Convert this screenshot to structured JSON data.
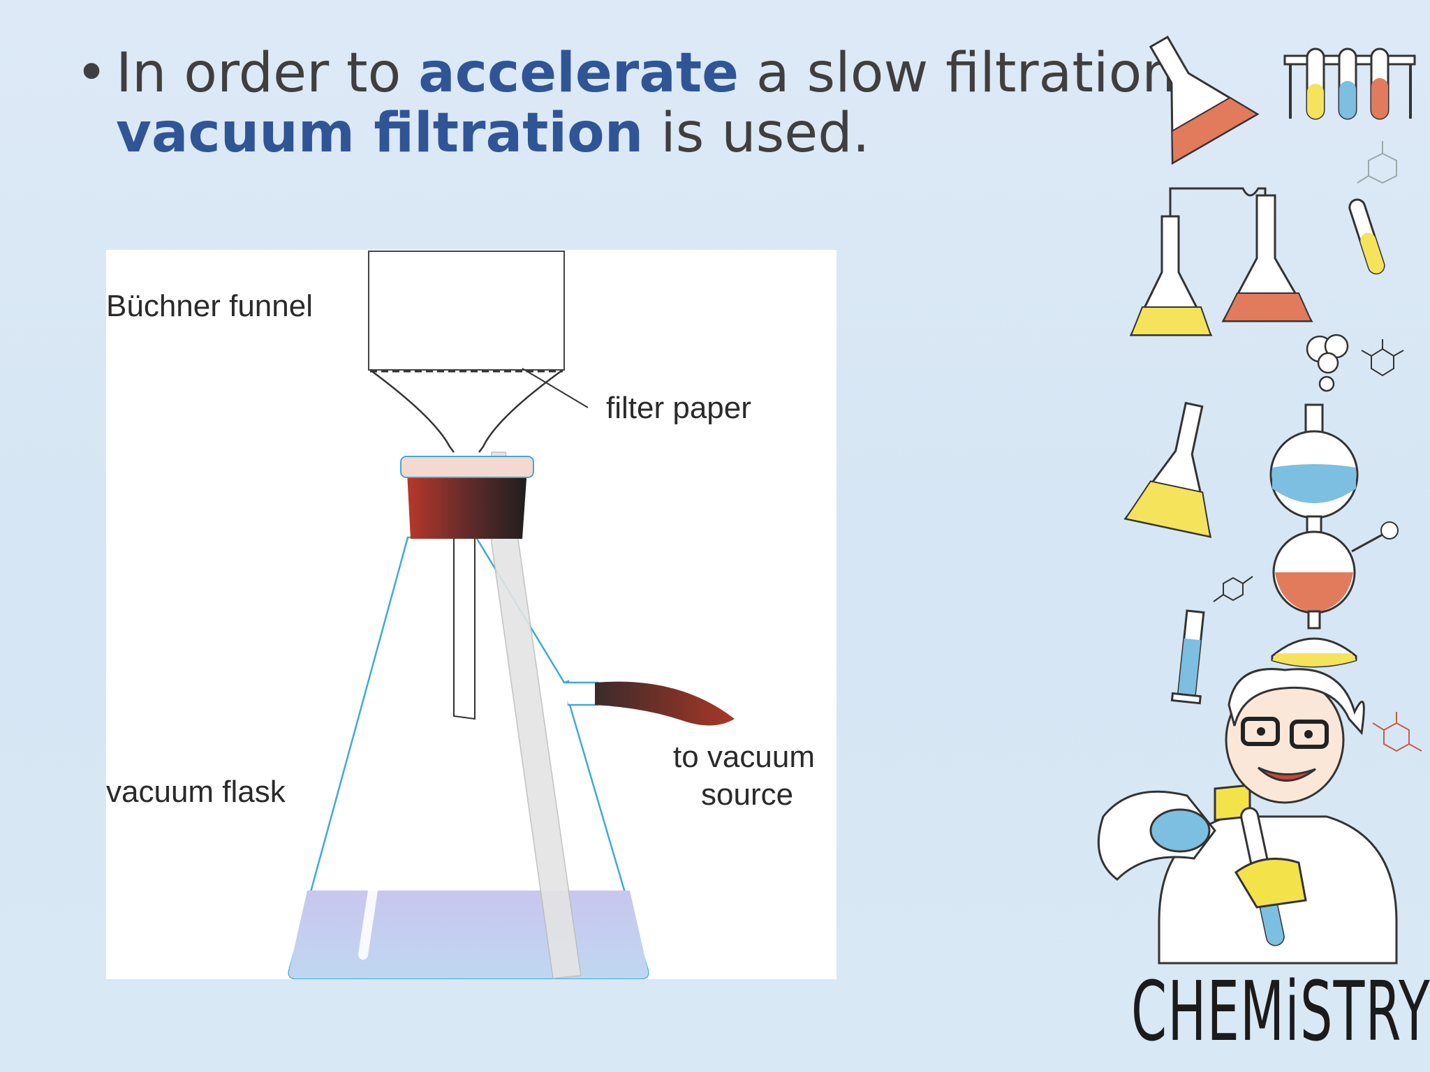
{
  "slide": {
    "bullet_symbol": "•",
    "line1_pre": "In order to ",
    "line1_hl": "accelerate",
    "line1_post": " a slow filtration,",
    "line2_hl": "vacuum filtration",
    "line2_post": " is used."
  },
  "diagram": {
    "label_funnel": "Büchner funnel",
    "label_filter": "filter paper",
    "label_flask": "vacuum flask",
    "label_vacuum_1": "to vacuum",
    "label_vacuum_2": "source"
  },
  "decoration": {
    "word": "CHEMiSTRY"
  },
  "colors": {
    "highlight": "#2f5597",
    "text": "#3f3f3f",
    "background": "#d9e8f5",
    "liquid": "#c8cbef",
    "stopper": "#b33a2a"
  }
}
